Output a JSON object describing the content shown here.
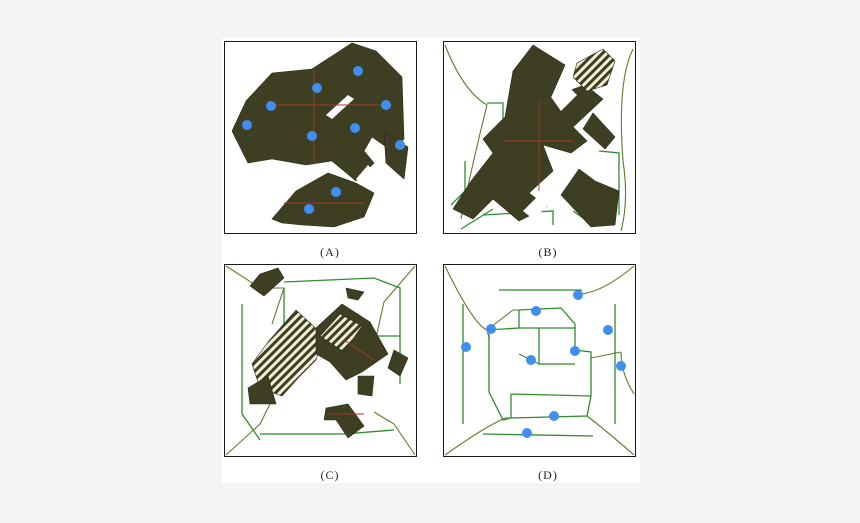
{
  "figure": {
    "panels": [
      {
        "id": "A",
        "caption": "(A)"
      },
      {
        "id": "B",
        "caption": "(B)"
      },
      {
        "id": "C",
        "caption": "(C)"
      },
      {
        "id": "D",
        "caption": "(D)"
      }
    ]
  },
  "colors": {
    "obstacle": "#3e3f22",
    "point": "#3f8ef0",
    "green_line": "#2e8b2e",
    "red_line": "#a03a2a",
    "frame": "#1a1a1a"
  }
}
